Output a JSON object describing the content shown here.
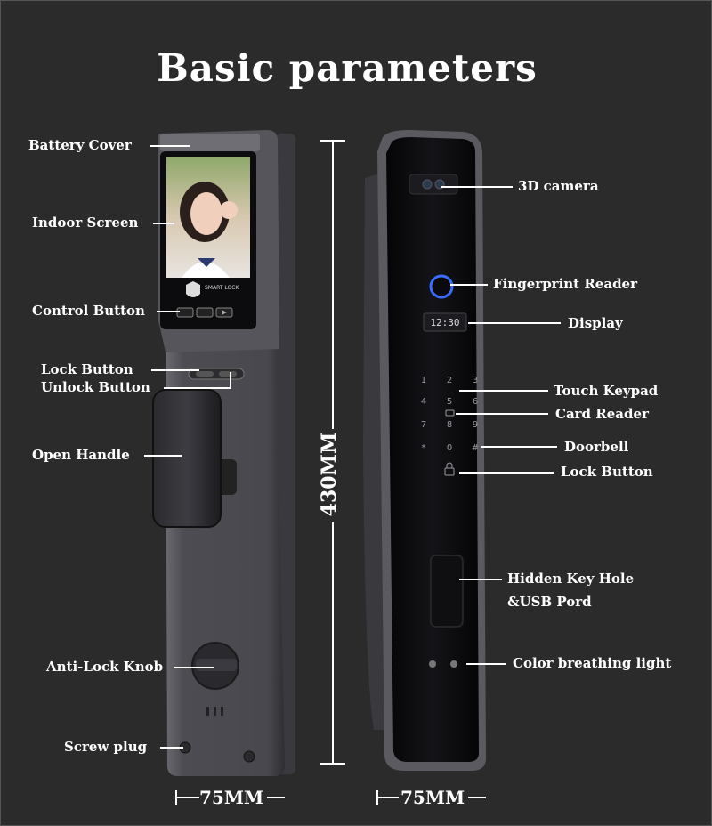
{
  "title": "Basic parameters",
  "left_labels": {
    "battery_cover": "Battery Cover",
    "indoor_screen": "Indoor Screen",
    "control_button": "Control Button",
    "lock_button": "Lock Button",
    "unlock_button": "Unlock Button",
    "open_handle": "Open Handle",
    "anti_lock_knob": "Anti-Lock Knob",
    "screw_plug": "Screw plug"
  },
  "right_labels": {
    "camera": "3D camera",
    "fingerprint": "Fingerprint Reader",
    "display": "Display",
    "touch_keypad": "Touch Keypad",
    "card_reader": "Card Reader",
    "doorbell": "Doorbell",
    "lock_button": "Lock Button",
    "key_hole_1": "Hidden Key Hole",
    "key_hole_2": "&USB Pord",
    "breathing_light": "Color breathing light"
  },
  "dimensions": {
    "height": "430MM",
    "width_left": "75MM",
    "width_right": "75MM"
  },
  "screen": {
    "brand": "SMART LOCK",
    "clock": "12:30"
  },
  "keypad": [
    "1",
    "2",
    "3",
    "4",
    "5",
    "6",
    "7",
    "8",
    "9",
    "*",
    "0",
    "#"
  ],
  "colors": {
    "background": "#2b2b2b",
    "lock_body": "#4a4a4e",
    "front_panel": "#0d0d10",
    "fingerprint_ring": "#3a6cff"
  }
}
